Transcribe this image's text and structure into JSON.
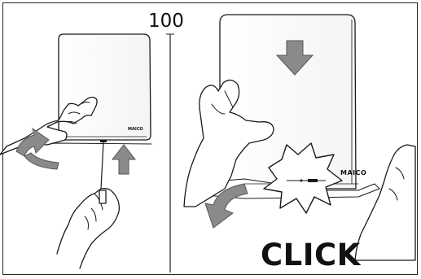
{
  "dimension_label": "100",
  "click_label": "CLICK",
  "brand_left": "MAICO",
  "brand_right": "MAICO",
  "colors": {
    "arrow_fill": "#8a8a8a",
    "arrow_stroke": "#555555",
    "line": "#1a1a1a"
  }
}
